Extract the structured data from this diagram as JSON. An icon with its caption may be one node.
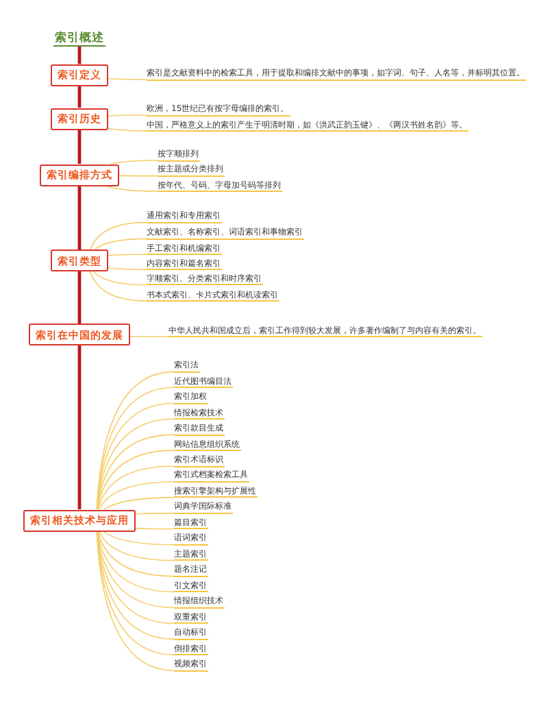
{
  "diagram": {
    "nodes": [
      {
        "text": [
          "索引概述"
        ]
      },
      {
        "text": [
          "索引定义"
        ]
      },
      {
        "text": [
          "索引是文献资料中的检索工具，用于提取和编排文献中的事项，如字词、句子、人名等，并标明其位置。"
        ]
      },
      {
        "text": [
          "索引历史"
        ]
      },
      {
        "text": [
          "欧洲，15世纪已有按字母编排的索引。"
        ]
      },
      {
        "text": [
          "中国，严格意义上的索引产生于明清时期，如《洪武正韵玉键》、《两汉书姓名韵》等。"
        ]
      },
      {
        "text": [
          "索引编排方式"
        ]
      },
      {
        "text": [
          "按字顺排列"
        ]
      },
      {
        "text": [
          "按主题或分类排列"
        ]
      },
      {
        "text": [
          "按年代、号码、字母加号码等排列"
        ]
      },
      {
        "text": [
          "索引类型"
        ]
      },
      {
        "text": [
          "通用索引和专用索引"
        ]
      },
      {
        "text": [
          "文献索引、名称索引、词语索引和事物索引"
        ]
      },
      {
        "text": [
          "手工索引和机编索引"
        ]
      },
      {
        "text": [
          "内容索引和篇名索引"
        ]
      },
      {
        "text": [
          "字顺索引、分类索引和时序索引"
        ]
      },
      {
        "text": [
          "书本式索引、卡片式索引和机读索引"
        ]
      },
      {
        "text": [
          "索引在中国的发展"
        ]
      },
      {
        "text": [
          "中华人民共和国成立后，索引工作得到较大发展，许多著作编制了与内容有关的索引。"
        ]
      },
      {
        "text": [
          "索引相关技术与应用"
        ]
      },
      {
        "text": [
          "索引法"
        ]
      },
      {
        "text": [
          "近代图书编目法"
        ]
      },
      {
        "text": [
          "索引加权"
        ]
      },
      {
        "text": [
          "情报检索技术"
        ]
      },
      {
        "text": [
          "索引款目生成"
        ]
      },
      {
        "text": [
          "网站信息组织系统"
        ]
      },
      {
        "text": [
          "索引术语标识"
        ]
      },
      {
        "text": [
          "索引式档案检索工具"
        ]
      },
      {
        "text": [
          "搜索引擎架构与扩展性"
        ]
      },
      {
        "text": [
          "词典学国际标准"
        ]
      },
      {
        "text": [
          "篇目索引"
        ]
      },
      {
        "text": [
          "语词索引"
        ]
      },
      {
        "text": [
          "主题索引"
        ]
      },
      {
        "text": [
          "题名注记"
        ]
      },
      {
        "text": [
          "引文索引"
        ]
      },
      {
        "text": [
          "情报组织技术"
        ]
      },
      {
        "text": [
          "双重索引"
        ]
      },
      {
        "text": [
          "自动标引"
        ]
      },
      {
        "text": [
          "倒排索引"
        ]
      },
      {
        "text": [
          "视频索引"
        ]
      }
    ],
    "edges": [
      {
        "from": 0,
        "to": 1,
        "arrow": "none",
        "style": "thick",
        "color": "#b5191e"
      },
      {
        "from": 1,
        "to": 3,
        "arrow": "none",
        "style": "thick",
        "color": "#b5191e"
      },
      {
        "from": 3,
        "to": 6,
        "arrow": "none",
        "style": "thick",
        "color": "#b5191e"
      },
      {
        "from": 6,
        "to": 10,
        "arrow": "none",
        "style": "thick",
        "color": "#b5191e"
      },
      {
        "from": 10,
        "to": 17,
        "arrow": "none",
        "style": "thick",
        "color": "#b5191e"
      },
      {
        "from": 17,
        "to": 19,
        "arrow": "none",
        "style": "thick",
        "color": "#b5191e"
      },
      {
        "from": 1,
        "to": 2,
        "arrow": "none"
      },
      {
        "from": 3,
        "to": 4,
        "arrow": "none"
      },
      {
        "from": 3,
        "to": 5,
        "arrow": "none"
      },
      {
        "from": 6,
        "to": 7,
        "arrow": "none"
      },
      {
        "from": 6,
        "to": 8,
        "arrow": "none"
      },
      {
        "from": 6,
        "to": 9,
        "arrow": "none"
      },
      {
        "from": 10,
        "to": 11,
        "arrow": "none"
      },
      {
        "from": 10,
        "to": 12,
        "arrow": "none"
      },
      {
        "from": 10,
        "to": 13,
        "arrow": "none"
      },
      {
        "from": 10,
        "to": 14,
        "arrow": "none"
      },
      {
        "from": 10,
        "to": 15,
        "arrow": "none"
      },
      {
        "from": 10,
        "to": 16,
        "arrow": "none"
      },
      {
        "from": 17,
        "to": 18,
        "arrow": "none"
      },
      {
        "from": 19,
        "to": 20,
        "arrow": "none"
      },
      {
        "from": 19,
        "to": 21,
        "arrow": "none"
      },
      {
        "from": 19,
        "to": 22,
        "arrow": "none"
      },
      {
        "from": 19,
        "to": 23,
        "arrow": "none"
      },
      {
        "from": 19,
        "to": 24,
        "arrow": "none"
      },
      {
        "from": 19,
        "to": 25,
        "arrow": "none"
      },
      {
        "from": 19,
        "to": 26,
        "arrow": "none"
      },
      {
        "from": 19,
        "to": 27,
        "arrow": "none"
      },
      {
        "from": 19,
        "to": 28,
        "arrow": "none"
      },
      {
        "from": 19,
        "to": 29,
        "arrow": "none"
      },
      {
        "from": 19,
        "to": 30,
        "arrow": "none"
      },
      {
        "from": 19,
        "to": 31,
        "arrow": "none"
      },
      {
        "from": 19,
        "to": 32,
        "arrow": "none"
      },
      {
        "from": 19,
        "to": 33,
        "arrow": "none"
      },
      {
        "from": 19,
        "to": 34,
        "arrow": "none"
      },
      {
        "from": 19,
        "to": 35,
        "arrow": "none"
      },
      {
        "from": 19,
        "to": 36,
        "arrow": "none"
      },
      {
        "from": 19,
        "to": 37,
        "arrow": "none"
      },
      {
        "from": 19,
        "to": 38,
        "arrow": "none"
      },
      {
        "from": 19,
        "to": 39,
        "arrow": "none"
      }
    ]
  }
}
